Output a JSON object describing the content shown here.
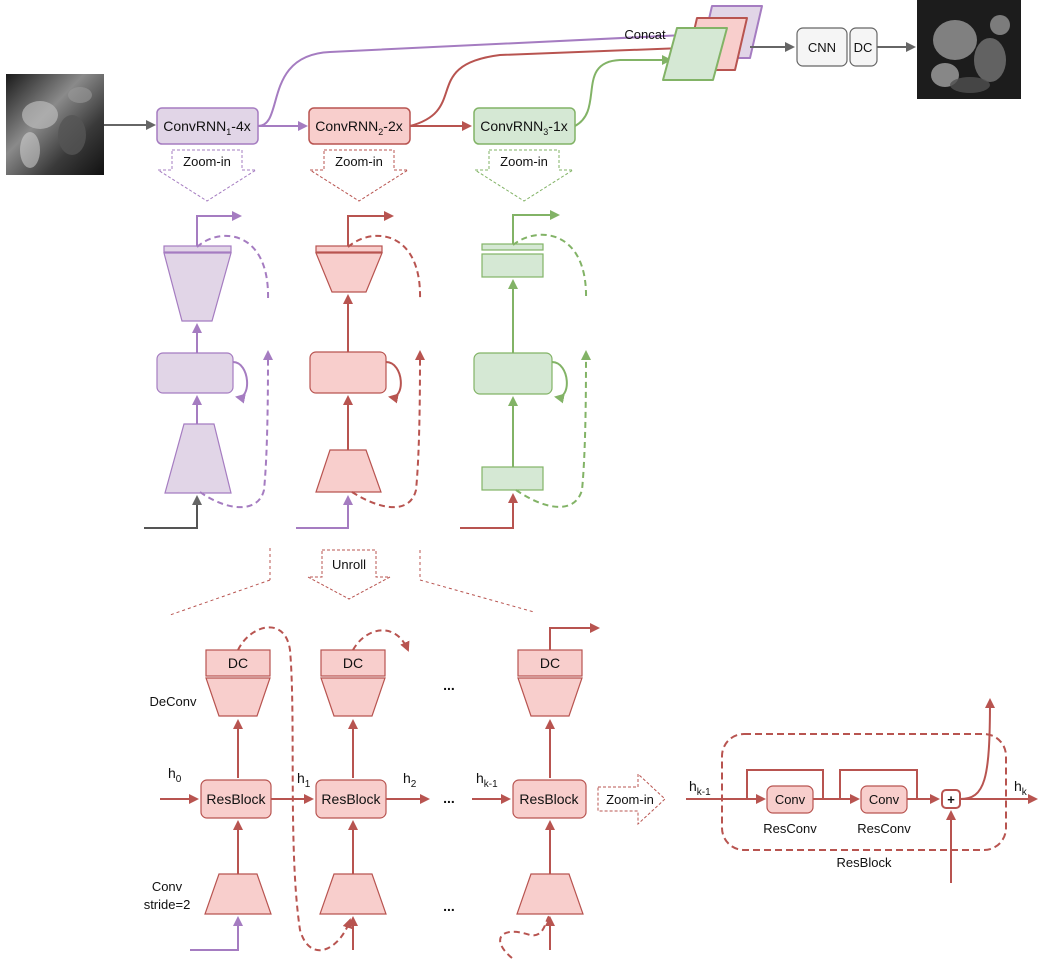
{
  "colors": {
    "purple": "#a57cc1",
    "purple_fill": "#e1d5e7",
    "red": "#b85450",
    "red_fill": "#f8cecc",
    "green": "#82b366",
    "green_fill": "#d5e8d4",
    "gray": "#666666",
    "gray_fill": "#f5f5f5"
  },
  "top": {
    "concat_label": "Concat",
    "cnn_label": "CNN",
    "dc_label": "DC",
    "rnn1": {
      "base": "ConvRNN",
      "sub": "1",
      "suffix": "-4x"
    },
    "rnn2": {
      "base": "ConvRNN",
      "sub": "2",
      "suffix": "-2x"
    },
    "rnn3": {
      "base": "ConvRNN",
      "sub": "3",
      "suffix": "-1x"
    },
    "zoom_label": "Zoom-in",
    "unroll_label": "Unroll"
  },
  "unrolled": {
    "dc_label": "DC",
    "resblock_label": "ResBlock",
    "deconv_label": "DeConv",
    "conv_label": "Conv",
    "stride_label": "stride=2",
    "ellipsis": "...",
    "h0": {
      "base": "h",
      "sub": "0"
    },
    "h1": {
      "base": "h",
      "sub": "1"
    },
    "h2": {
      "base": "h",
      "sub": "2"
    },
    "hk1": {
      "base": "h",
      "sub": "k-1"
    },
    "zoom_label": "Zoom-in"
  },
  "resblock_detail": {
    "conv_label": "Conv",
    "resconv_label": "ResConv",
    "title": "ResBlock",
    "hk1": {
      "base": "h",
      "sub": "k-1"
    },
    "hk": {
      "base": "h",
      "sub": "k"
    }
  }
}
